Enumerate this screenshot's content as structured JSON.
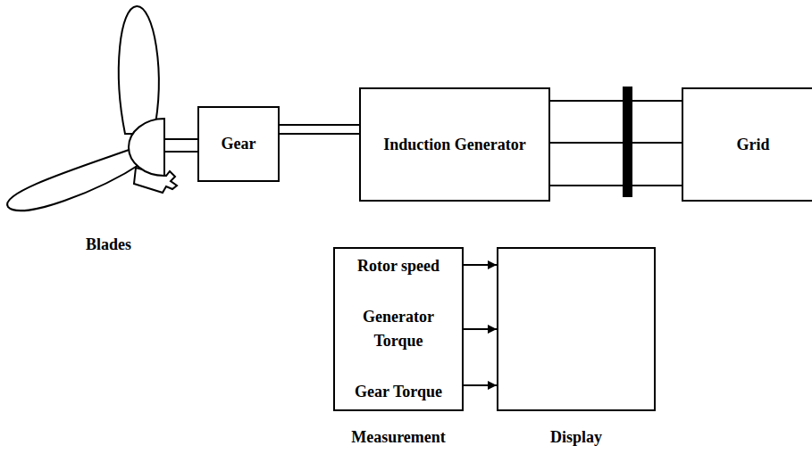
{
  "diagram": {
    "nodes": [
      {
        "text": [
          "Gear"
        ]
      },
      {
        "text": [
          "Induction Generator"
        ]
      },
      {
        "text": [
          "Grid"
        ]
      },
      {
        "text": [
          "Rotor speed",
          "Generator Torque",
          "Gear Torque",
          "Measurement"
        ]
      },
      {
        "text": [
          "Display"
        ]
      }
    ],
    "edges": [
      {
        "from": 0,
        "to": 1,
        "arrow": "none"
      },
      {
        "from": 1,
        "to": 2,
        "arrow": "none"
      },
      {
        "from": 3,
        "to": 4,
        "arrow": "to"
      },
      {
        "from": 3,
        "to": 4,
        "arrow": "to"
      },
      {
        "from": 3,
        "to": 4,
        "arrow": "to"
      }
    ],
    "labels": [
      "Blades"
    ]
  }
}
